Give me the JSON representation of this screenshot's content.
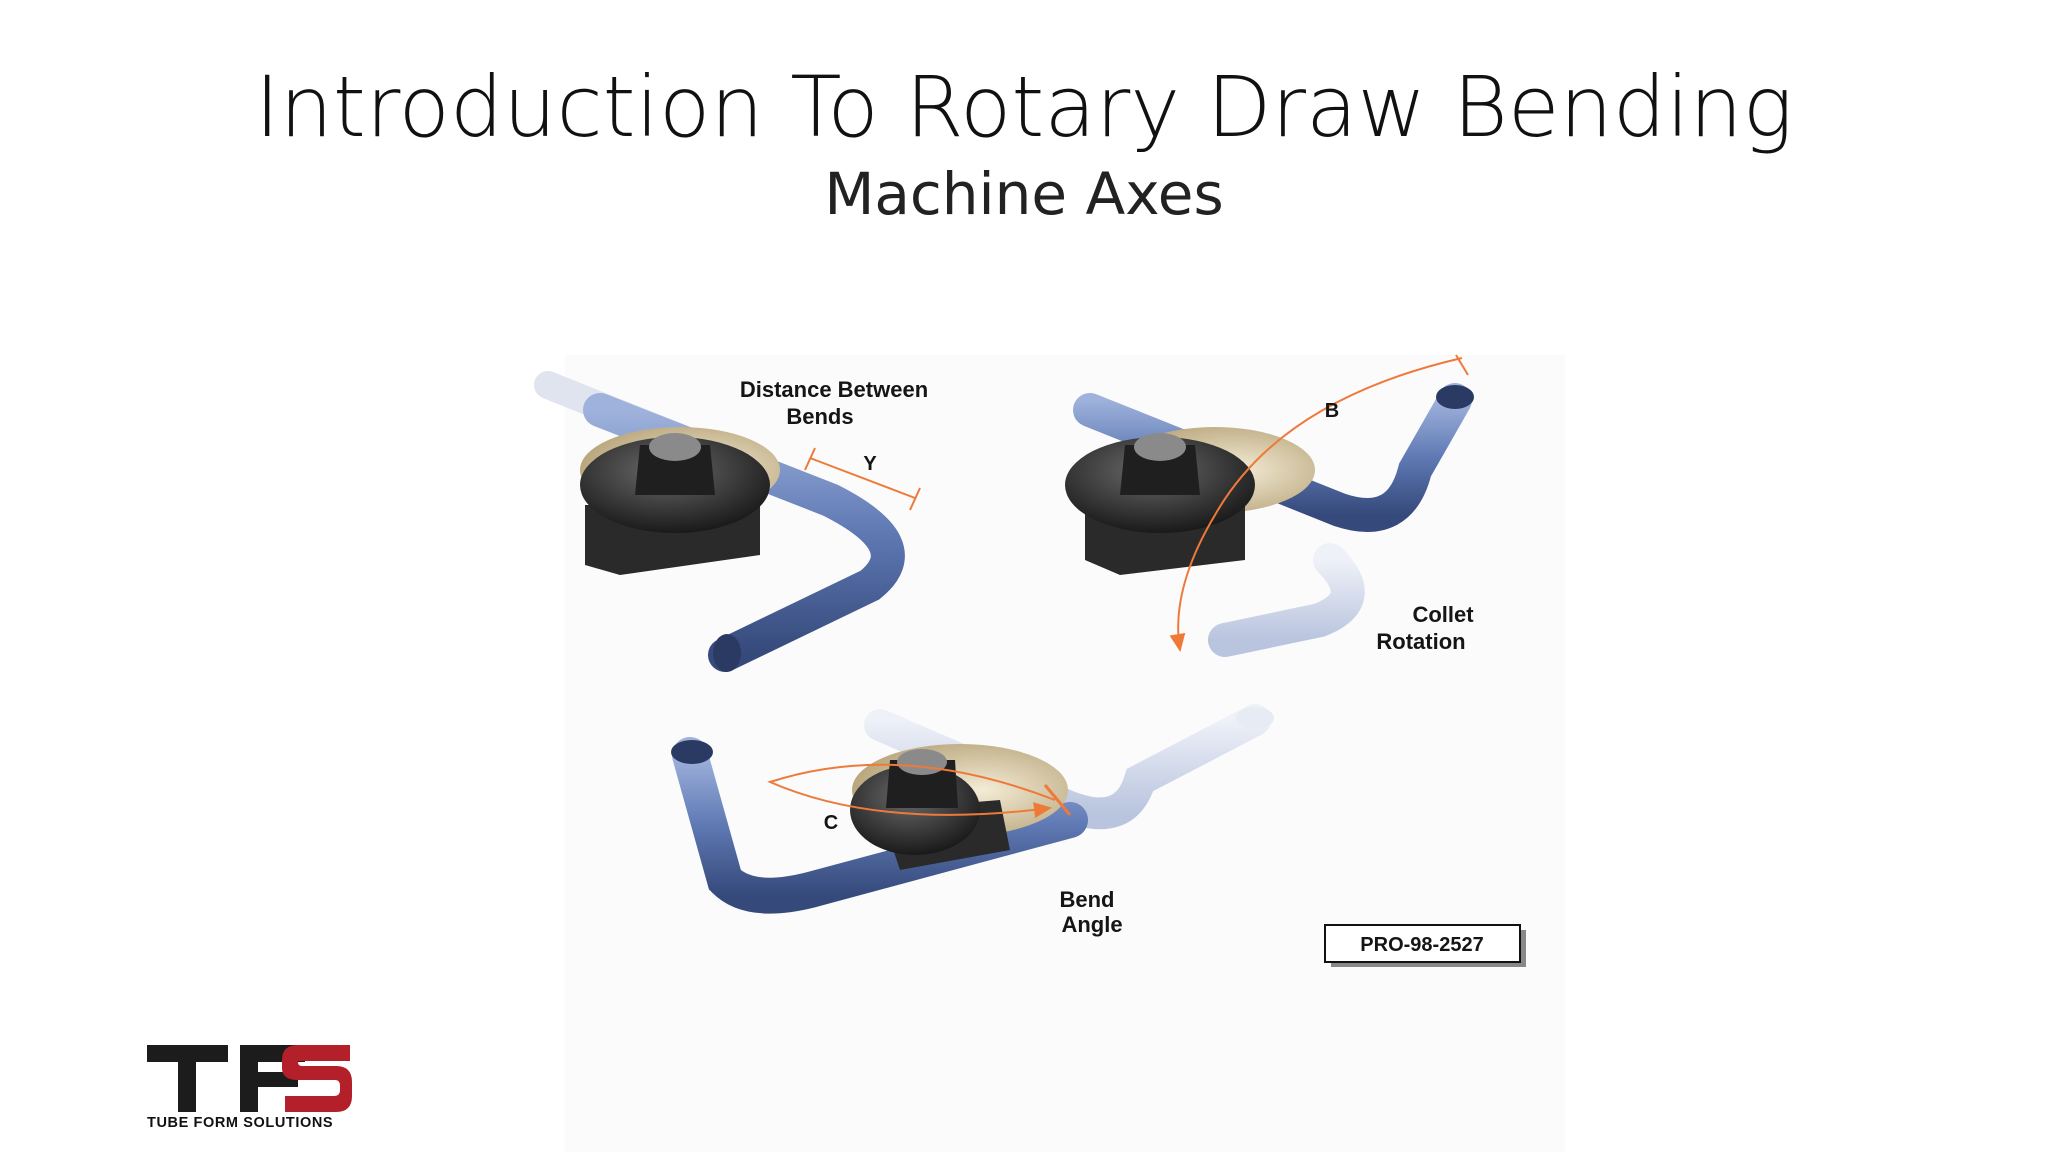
{
  "slide": {
    "title": "Introduction To Rotary Draw Bending",
    "subtitle": "Machine Axes"
  },
  "figure": {
    "label_distance_line1": "Distance Between",
    "label_distance_line2": "Bends",
    "label_y": "Y",
    "label_b": "B",
    "label_collet_line1": "Collet",
    "label_collet_line2": "Rotation",
    "label_c": "C",
    "label_bend_line1": "Bend",
    "label_bend_line2": "Angle",
    "part_number": "PRO-98-2527"
  },
  "logo": {
    "letters": "TFS",
    "tagline": "TUBE FORM SOLUTIONS",
    "colors": {
      "dark": "#1c1c1c",
      "red": "#b3202a"
    }
  },
  "colors": {
    "tube": "#5f79b4",
    "tube_light": "#bcc7e3",
    "die": "#232323",
    "plate": "#d8c8a2",
    "arrow": "#ee7a3a"
  }
}
